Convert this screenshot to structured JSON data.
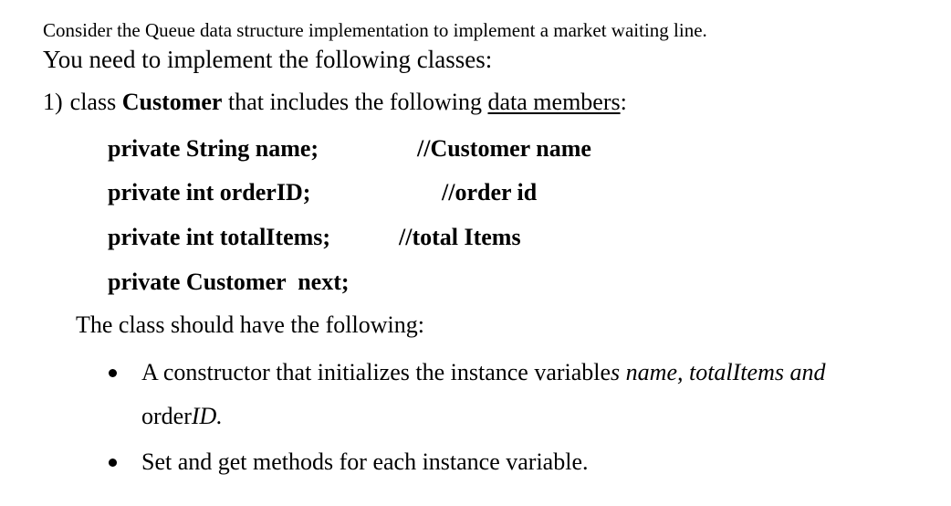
{
  "intro": "Consider the Queue data structure implementation to implement a market waiting line.",
  "heading": "You need to implement the following classes:",
  "item1": {
    "number": "1)",
    "prefix": "class ",
    "class_name": "Customer",
    "middle": " that includes the following ",
    "underlined": "data members",
    "suffix": ":"
  },
  "members": [
    {
      "code": "private String name;",
      "comment": "//Customer name"
    },
    {
      "code": "private int orderID;",
      "comment": "//order id"
    },
    {
      "code": "private int totalItems;",
      "comment": "//total Items"
    },
    {
      "code": "private Customer  next;",
      "comment": ""
    }
  ],
  "should_have": "The class should have the following:",
  "bullets": {
    "b1_line1_start": "A constructor that initializes the instance variable",
    "b1_line1_italic": "s name, totalItems and",
    "b1_line2_start": "order",
    "b1_line2_italic": "ID.",
    "b2": "Set and get methods for each instance variable."
  }
}
